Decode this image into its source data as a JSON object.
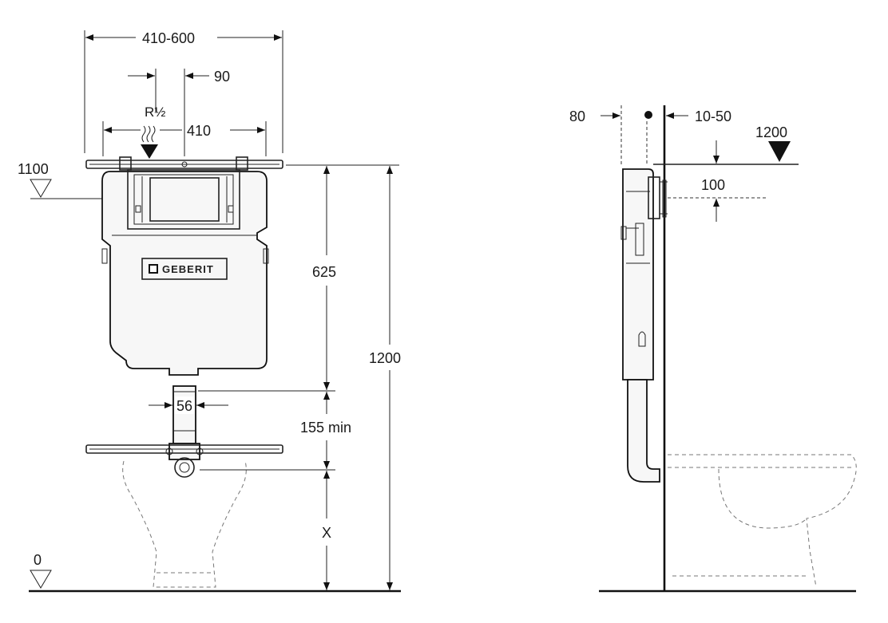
{
  "labels": {
    "width_range": "410-600",
    "offset_90": "90",
    "supply": "R½",
    "inner_width": "410",
    "level_1100": "1100",
    "level_0": "0",
    "height_625": "625",
    "height_1200": "1200",
    "pipe_56": "56",
    "min_155": "155 min",
    "height_x": "X",
    "depth_80": "80",
    "wall_gap": "10-50",
    "side_level_1200": "1200",
    "side_100": "100",
    "brand": "GEBERIT"
  },
  "colors": {
    "line": "#111111",
    "background": "#ffffff",
    "fill": "#f7f7f7"
  }
}
